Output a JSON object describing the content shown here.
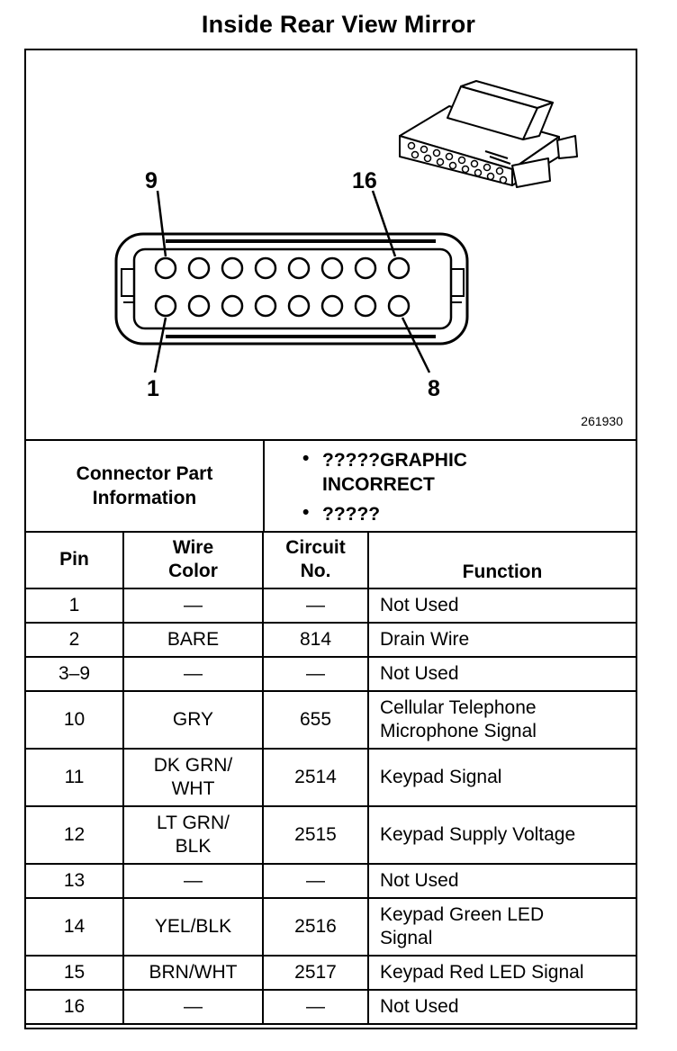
{
  "title": "Inside Rear View Mirror",
  "diagram": {
    "pin_labels": {
      "top_left": "9",
      "top_right": "16",
      "bottom_left": "1",
      "bottom_right": "8"
    },
    "figure_number": "261930"
  },
  "connector_info": {
    "label_line1": "Connector Part",
    "label_line2": "Information",
    "bullets": [
      {
        "dot": "•",
        "lines": [
          "?????GRAPHIC",
          "INCORRECT"
        ]
      },
      {
        "dot": "•",
        "lines": [
          "?????"
        ]
      }
    ]
  },
  "table": {
    "headers": {
      "pin": "Pin",
      "wire_color": [
        "Wire",
        "Color"
      ],
      "circuit": [
        "Circuit",
        "No."
      ],
      "function": "Function"
    },
    "rows": [
      {
        "pin": "1",
        "wire": [
          "—"
        ],
        "circuit": "—",
        "function": [
          "Not Used"
        ]
      },
      {
        "pin": "2",
        "wire": [
          "BARE"
        ],
        "circuit": "814",
        "function": [
          "Drain Wire"
        ]
      },
      {
        "pin": "3–9",
        "wire": [
          "—"
        ],
        "circuit": "—",
        "function": [
          "Not Used"
        ]
      },
      {
        "pin": "10",
        "wire": [
          "GRY"
        ],
        "circuit": "655",
        "function": [
          "Cellular Telephone",
          "Microphone Signal"
        ]
      },
      {
        "pin": "11",
        "wire": [
          "DK GRN/",
          "WHT"
        ],
        "circuit": "2514",
        "function": [
          "Keypad Signal"
        ]
      },
      {
        "pin": "12",
        "wire": [
          "LT GRN/",
          "BLK"
        ],
        "circuit": "2515",
        "function": [
          "Keypad Supply Voltage"
        ]
      },
      {
        "pin": "13",
        "wire": [
          "—"
        ],
        "circuit": "—",
        "function": [
          "Not Used"
        ]
      },
      {
        "pin": "14",
        "wire": [
          "YEL/BLK"
        ],
        "circuit": "2516",
        "function": [
          "Keypad Green LED",
          "Signal"
        ]
      },
      {
        "pin": "15",
        "wire": [
          "BRN/WHT"
        ],
        "circuit": "2517",
        "function": [
          "Keypad Red LED Signal"
        ]
      },
      {
        "pin": "16",
        "wire": [
          "—"
        ],
        "circuit": "—",
        "function": [
          "Not Used"
        ]
      }
    ]
  }
}
